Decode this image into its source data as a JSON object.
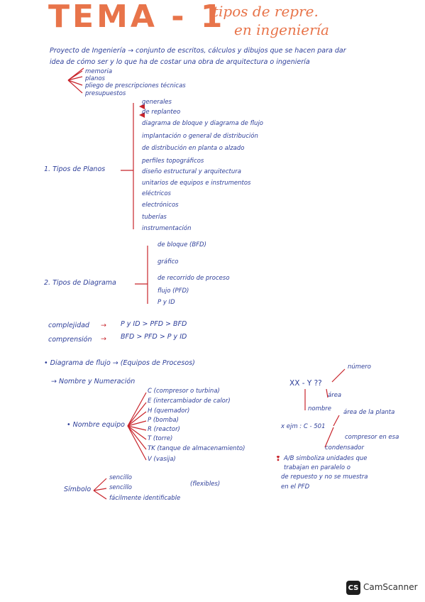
{
  "title": {
    "tema": "TEMA - 1",
    "line1": "tipos de repre.",
    "line2": "en ingeniería"
  },
  "intro": {
    "line1": "Proyecto de Ingeniería → conjunto de escritos, cálculos y dibujos que se hacen para dar",
    "line2": "idea de cómo ser y lo que ha de costar una obra de arquitectura o ingeniería"
  },
  "intro_items": [
    "memoria",
    "planos",
    "pliego de prescripciones técnicas",
    "presupuestos"
  ],
  "planos": {
    "label": "1. Tipos de Planos",
    "items": [
      "generales",
      "de replanteo",
      "diagrama de bloque y diagrama de flujo",
      "implantación o general de distribución",
      "de distribución en planta o alzado",
      "perfiles topográficos",
      "diseño estructural y arquitectura",
      "unitarios de equipos e instrumentos",
      "eléctricos",
      "electrónicos",
      "tuberías",
      "instrumentación"
    ]
  },
  "diagramas": {
    "label": "2. Tipos de Diagrama",
    "items": [
      "de bloque (BFD)",
      "gráfico",
      "de recorrido de proceso",
      "flujo (PFD)",
      "P y ID"
    ]
  },
  "comparisons": {
    "complejidad_label": "complejidad",
    "complejidad_value": "P y ID > PFD > BFD",
    "comprension_label": "comprensión",
    "comprension_value": "BFD > PFD > P y ID"
  },
  "flujo": {
    "heading": "• Diagrama de flujo → (Equipos de Procesos)",
    "nombre_line": "→ Nombre y Numeración",
    "nombre_equipo_label": "• Nombre equipo",
    "equipos": [
      "C (compresor o turbina)",
      "E (intercambiador de calor)",
      "H (quemador)",
      "P (bomba)",
      "R (reactor)",
      "T (torre)",
      "TK (tanque de almacenamiento)",
      "V (vasija)"
    ]
  },
  "codigo": {
    "pattern": "XX - Y ??",
    "numero": "número",
    "area": "área",
    "nombre": "nombre",
    "area_planta": "área de la planta",
    "ejemplo": "x ejm : C - 501",
    "compresor": "compresor en esa",
    "condensador": "condensador",
    "nota1": "A/B simboliza unidades que",
    "nota2": "trabajan en paralelo o",
    "nota3": "de repuesto y no se muestra",
    "nota4": "en el PFD"
  },
  "simbolo": {
    "label": "Símbolo",
    "items": [
      "sencillo",
      "sencillo",
      "fácilmente identificable"
    ],
    "flexibles": "(flexibles)"
  },
  "footer": {
    "logo": "CS",
    "brand": "CamScanner"
  },
  "colors": {
    "ink_blue": "#2e3f99",
    "ink_red": "#c8242b",
    "title_orange": "#e8744a"
  }
}
